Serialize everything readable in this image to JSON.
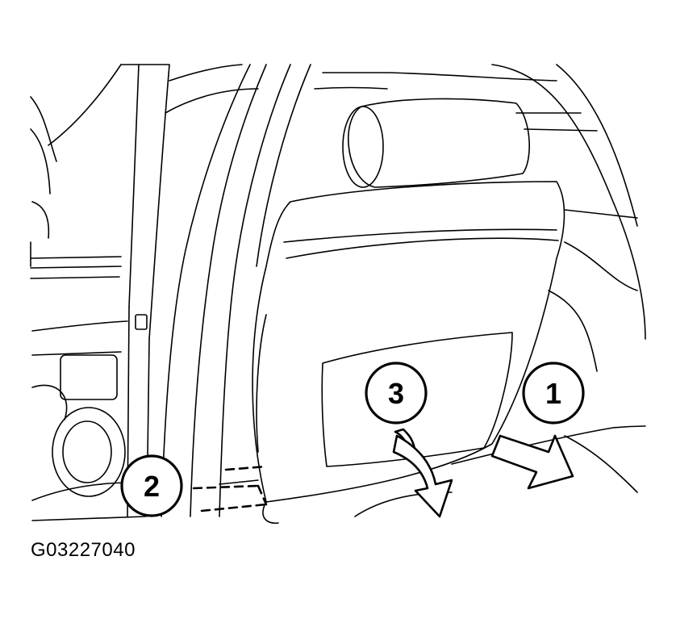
{
  "figure_id": "G03227040",
  "callouts": [
    {
      "number": "1"
    },
    {
      "number": "2"
    },
    {
      "number": "3"
    }
  ],
  "colors": {
    "ink": "#000000",
    "paper": "#ffffff"
  }
}
